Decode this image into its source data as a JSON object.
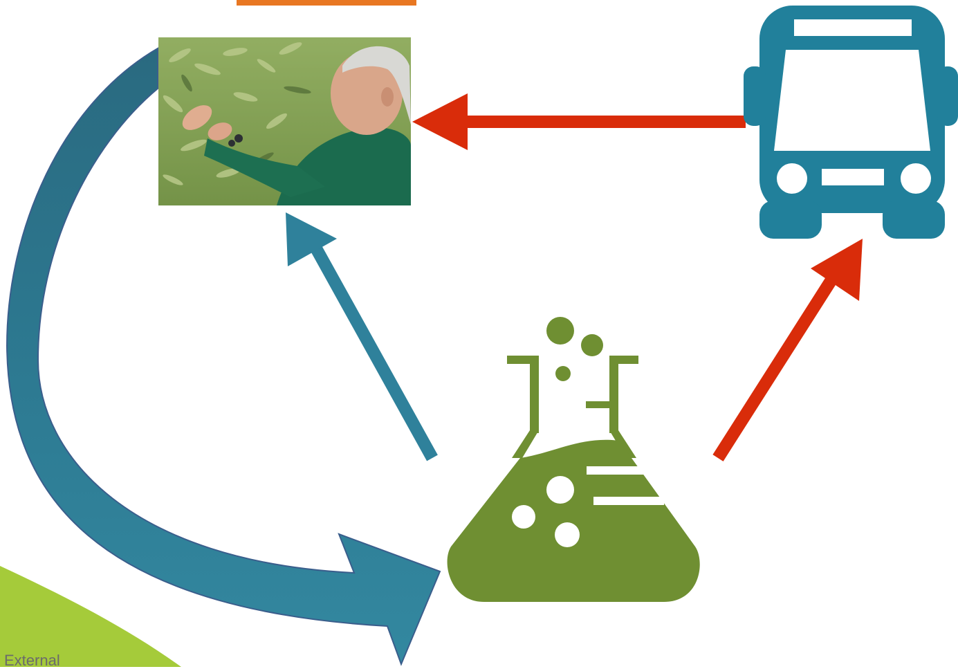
{
  "slide": {
    "classification_label": "External"
  },
  "diagram": {
    "nodes": [
      {
        "id": "farmer",
        "icon": "farmer-photo"
      },
      {
        "id": "transport",
        "icon": "bus-icon"
      },
      {
        "id": "laboratory",
        "icon": "flask-icon"
      }
    ],
    "edges": [
      {
        "from": "transport",
        "to": "farmer",
        "color": "#d92c0a"
      },
      {
        "from": "laboratory",
        "to": "farmer",
        "color": "#2f819b"
      },
      {
        "from": "laboratory",
        "to": "transport",
        "color": "#d92c0a"
      },
      {
        "from": "farmer",
        "to": "laboratory",
        "color": "#2e8098",
        "style": "curved"
      }
    ]
  },
  "colors": {
    "red_arrow": "#d92c0a",
    "teal_arrow": "#2f819b",
    "bus": "#21809b",
    "flask": "#6f8f32",
    "accent_bar": "#e87722",
    "corner_shape": "#a5cb3a"
  }
}
